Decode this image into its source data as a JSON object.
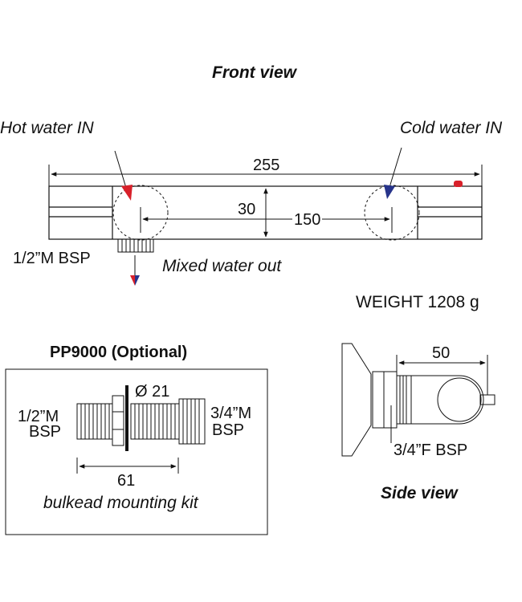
{
  "front": {
    "title": "Front view",
    "hot_label": "Hot water IN",
    "cold_label": "Cold water IN",
    "dim_length": "255",
    "dim_height": "30",
    "dim_centers": "150",
    "inlet_thread": "1/2”M BSP",
    "outlet_label": "Mixed water out"
  },
  "weight": "WEIGHT 1208 g",
  "kit": {
    "title": "PP9000 (Optional)",
    "left_thread_1": "1/2”M",
    "left_thread_2": "BSP",
    "right_thread_1": "3/4”M",
    "right_thread_2": "BSP",
    "dim_diameter": "Ø 21",
    "dim_length": "61",
    "caption": "bulkead mounting kit"
  },
  "side": {
    "title": "Side view",
    "dim_depth": "50",
    "thread": "3/4”F BSP"
  },
  "colors": {
    "hot": "#d8202a",
    "cold": "#27348b",
    "line": "#111111"
  }
}
